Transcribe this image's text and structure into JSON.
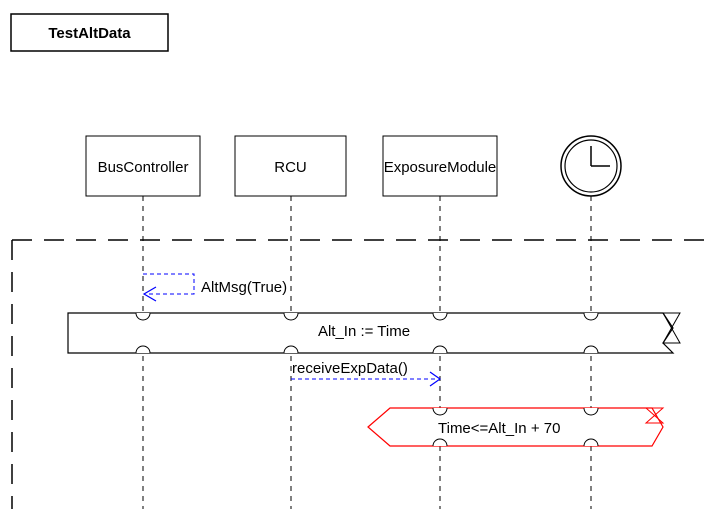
{
  "diagram": {
    "title": "TestAltData",
    "lifelines": [
      {
        "label": "BusController"
      },
      {
        "label": "RCU"
      },
      {
        "label": "ExposureModule"
      },
      {
        "label": "",
        "icon": "clock-icon"
      }
    ],
    "messages": {
      "self_message": "AltMsg(True)",
      "call": "receiveExpData()"
    },
    "actions": {
      "assignment": "Alt_In := Time",
      "condition": "Time<=Alt_In + 70"
    },
    "colors": {
      "message": "#0000ff",
      "condition": "#ff0000",
      "line": "#000000"
    }
  }
}
